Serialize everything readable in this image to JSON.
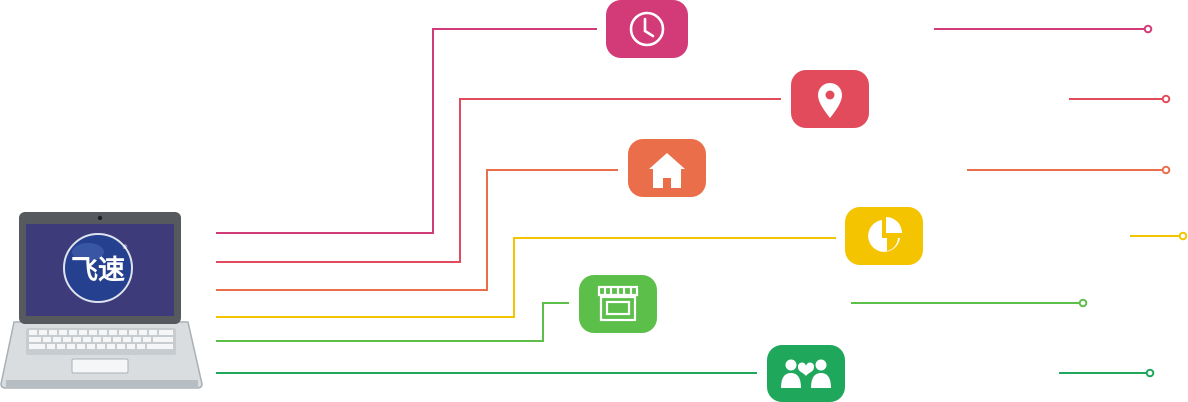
{
  "laptop": {
    "logo_text": "飞速",
    "logo_mark": "®",
    "screen_color": "#3d3b79",
    "logo_color": "#2e4a9a"
  },
  "connections": [
    {
      "id": "clock",
      "icon": "clock-icon",
      "color": "#d23a78"
    },
    {
      "id": "location",
      "icon": "location-pin-icon",
      "color": "#e24b5c"
    },
    {
      "id": "home",
      "icon": "home-icon",
      "color": "#ea6e4a"
    },
    {
      "id": "chart",
      "icon": "pie-chart-icon",
      "color": "#f5c400"
    },
    {
      "id": "store",
      "icon": "storefront-icon",
      "color": "#5cbf4a"
    },
    {
      "id": "people",
      "icon": "people-heart-icon",
      "color": "#1fa85c"
    }
  ]
}
